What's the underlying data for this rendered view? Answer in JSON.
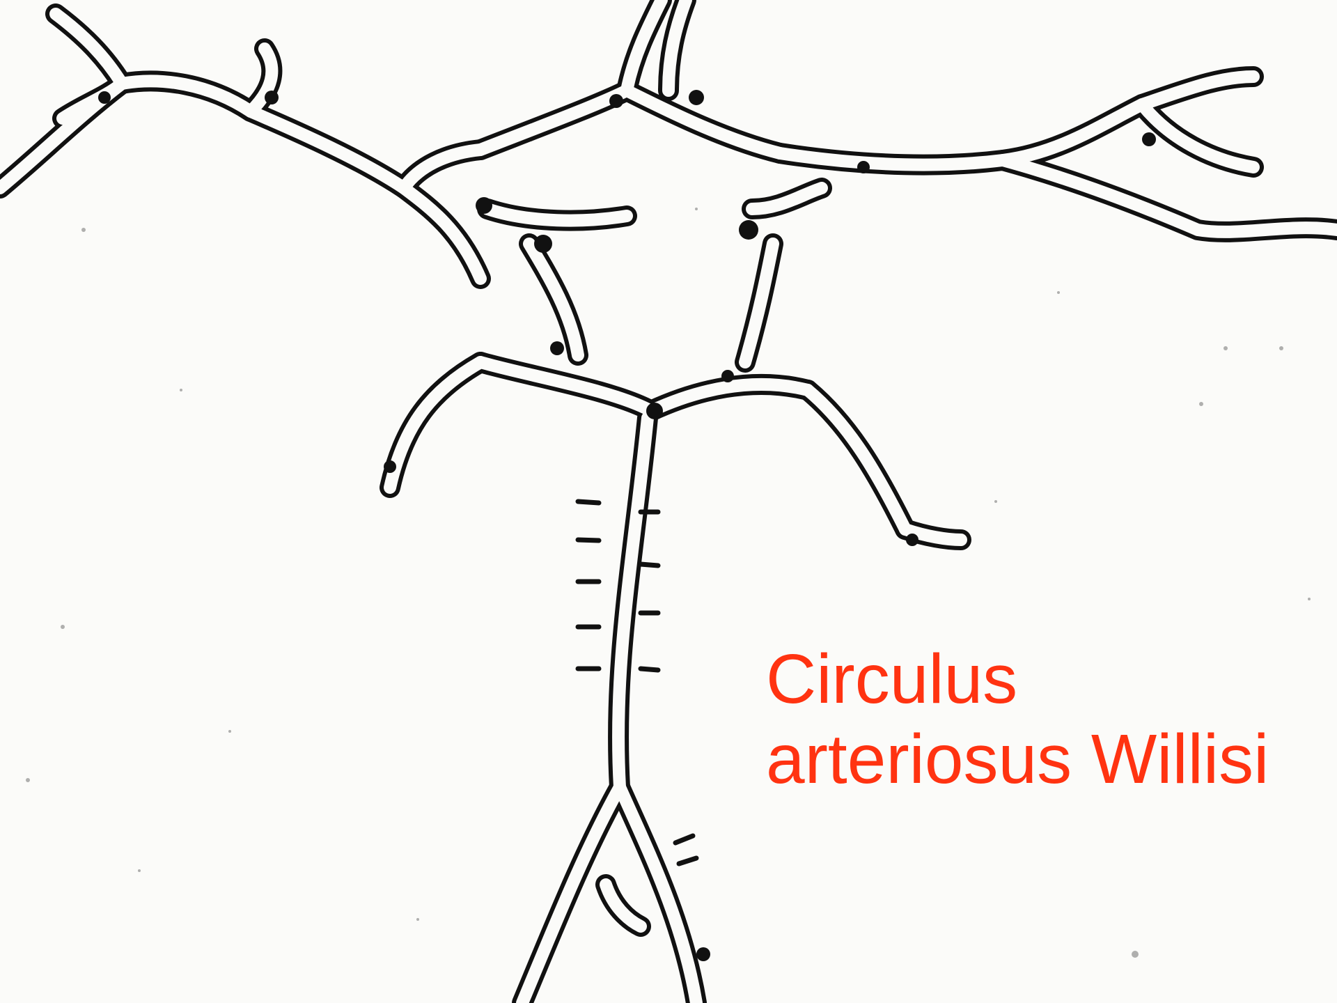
{
  "caption": {
    "line1": "Circulus",
    "line2": "arteriosus Willisi",
    "color": "#ff3311"
  },
  "illustration": {
    "subject": "arterial circle drawing",
    "ink_color": "#111111",
    "paper_color": "#fbfbf9"
  }
}
